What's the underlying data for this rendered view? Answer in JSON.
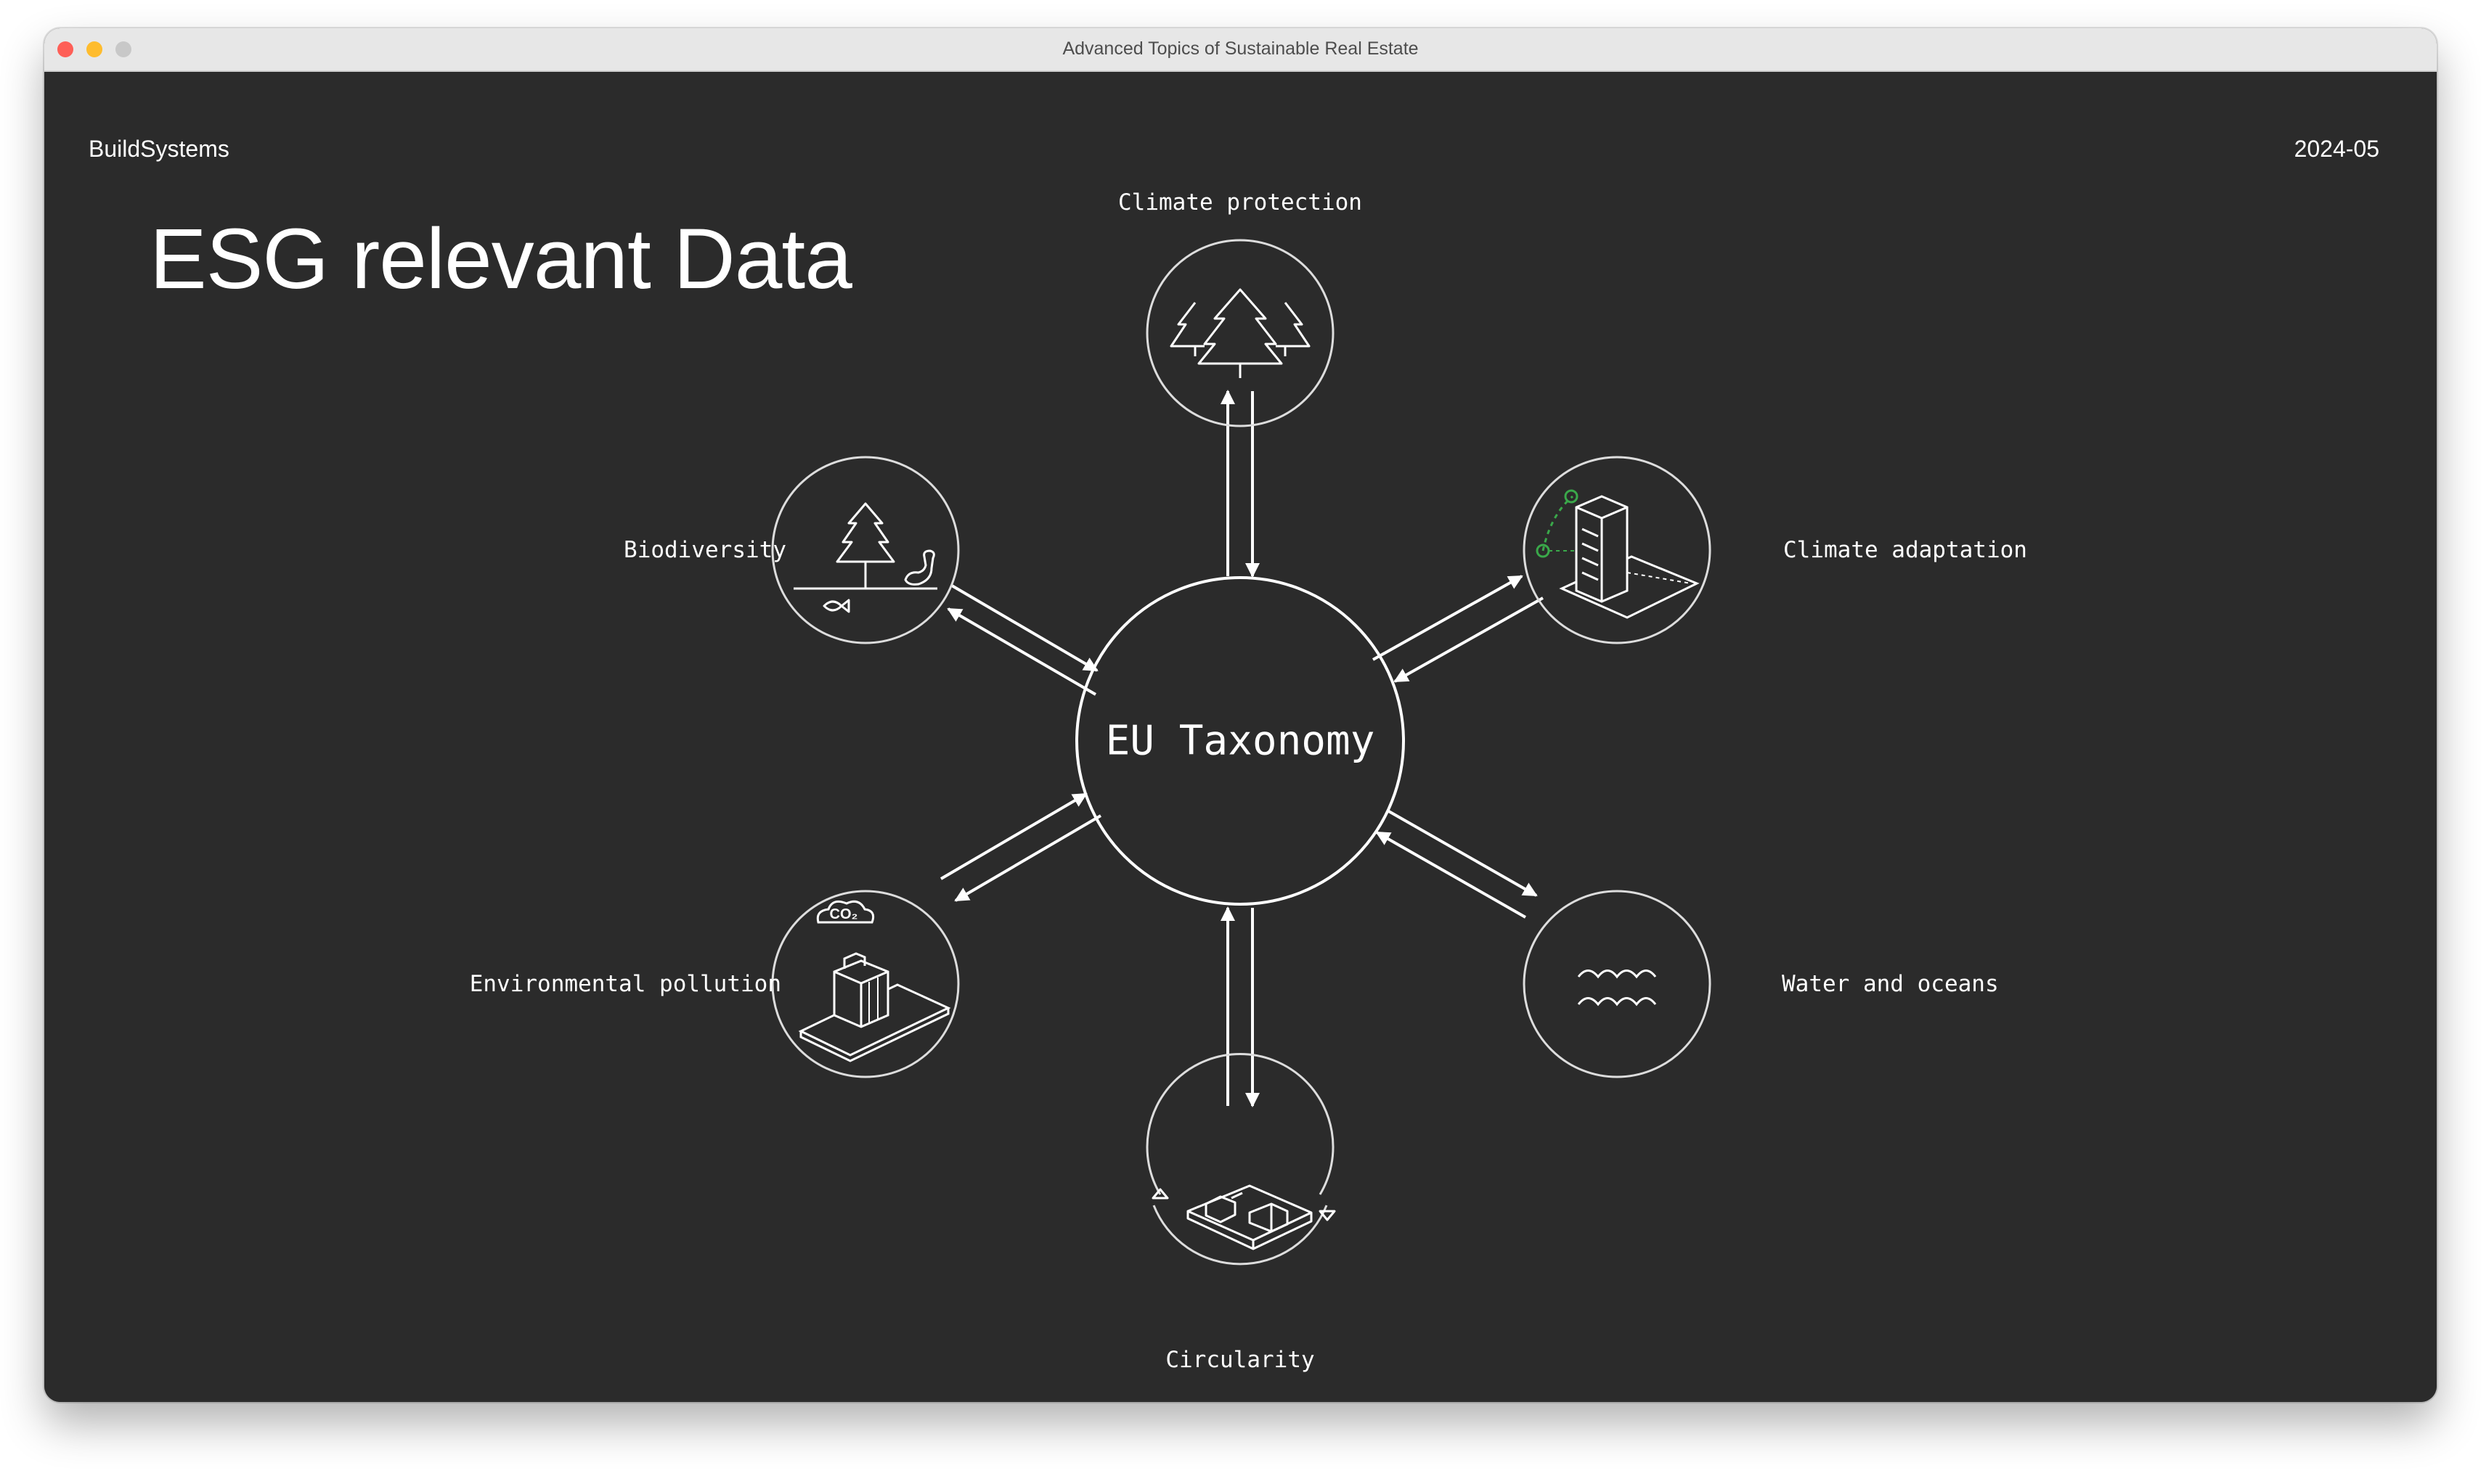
{
  "window": {
    "title": "Advanced Topics of Sustainable Real Estate"
  },
  "slide": {
    "brand": "BuildSystems",
    "date": "2024-05",
    "heading": "ESG relevant Data"
  },
  "diagram": {
    "center_label": "EU Taxonomy",
    "nodes": [
      {
        "id": "climate-protection",
        "label": "Climate protection",
        "icon": "trees-icon"
      },
      {
        "id": "climate-adaptation",
        "label": "Climate adaptation",
        "icon": "building-sun-icon"
      },
      {
        "id": "water-and-oceans",
        "label": "Water and oceans",
        "icon": "waves-icon"
      },
      {
        "id": "circularity",
        "label": "Circularity",
        "icon": "circular-building-icon"
      },
      {
        "id": "environmental-pollution",
        "label": "Environmental pollution",
        "icon": "co2-building-icon",
        "icon_text": "CO₂"
      },
      {
        "id": "biodiversity",
        "label": "Biodiversity",
        "icon": "tree-duck-fish-icon"
      }
    ],
    "colors": {
      "background": "#2b2b2b",
      "line": "#ffffff",
      "sun_accent": "#3aa84a"
    }
  }
}
